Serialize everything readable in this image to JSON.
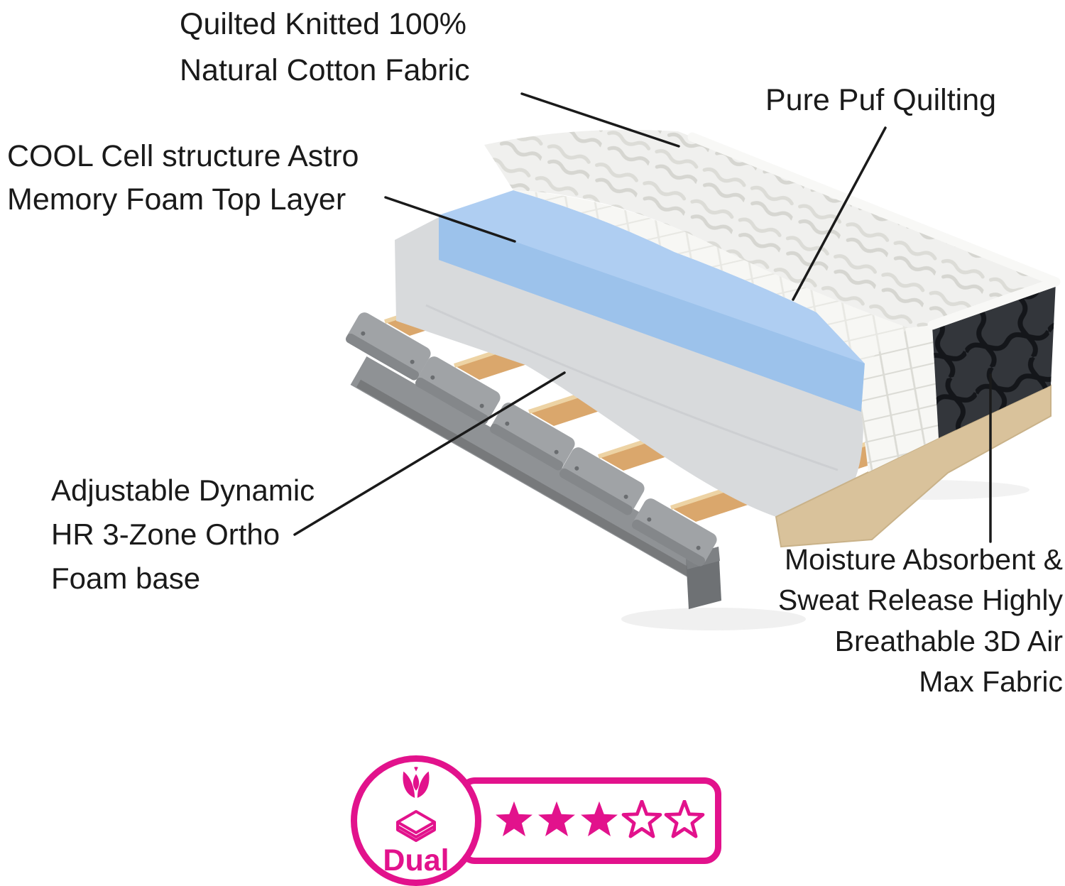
{
  "labels": {
    "quilted_cover": "Quilted Knitted 100%\nNatural Cotton Fabric",
    "cool_cell": "COOL Cell structure Astro\nMemory Foam Top Layer",
    "pure_puf": "Pure Puf Quilting",
    "adjustable_base": "Adjustable Dynamic\nHR 3-Zone Ortho\nFoam base",
    "moisture_fabric": "Moisture Absorbent &\nSweat Release Highly\nBreathable 3D Air\nMax Fabric"
  },
  "badge": {
    "label": "Dual",
    "rating": {
      "filled": 3,
      "total": 5
    },
    "icons": [
      "tulip-icon",
      "layered-box-icon",
      "star-icon"
    ]
  },
  "colors": {
    "accent": "#E2128C",
    "text": "#1a1a1a",
    "memory_foam_blue_top": "#AFCEF2",
    "memory_foam_blue_front": "#9CC2EB",
    "base_foam_gray": "#D8DADC",
    "quilt_white": "#F0F0EE",
    "quilt_band_white": "#F7F7F4",
    "dark_side_fabric": "#33363B",
    "base_board_tan": "#D9C29B",
    "wood_slat": "#DAA76C",
    "rail_gray": "#8F9295",
    "leader_line": "#1a1a1a"
  }
}
